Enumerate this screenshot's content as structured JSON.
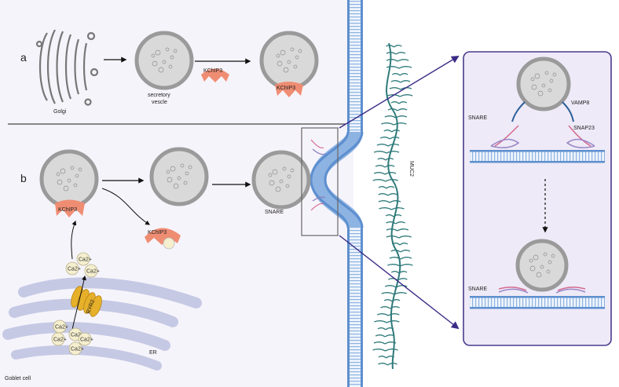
{
  "panel_a": {
    "letter": "a",
    "golgi_label": "Golgi",
    "vesicle_label_line1": "secretory",
    "vesicle_label_line2": "vescle",
    "kchip3_free": "KChIP3",
    "kchip3_bound": "KChIP3"
  },
  "panel_b": {
    "letter": "b",
    "kchip3_bound": "KChIP3",
    "kchip3_released": "KChIP3",
    "snare_label": "SNARE",
    "ryr2_label": "RYR2",
    "er_label": "ER",
    "cell_label": "Goblet cell",
    "calcium_labels": [
      "Ca2+",
      "Ca2+",
      "Ca2+",
      "Ca2+",
      "Ca2+",
      "Ca2+",
      "Ca2+",
      "Ca2+"
    ]
  },
  "muc2_label": "MUC2",
  "inset": {
    "snare_top": "SNARE",
    "vamp8": "VAMP8",
    "snap23": "SNAP23",
    "snare_bottom": "SNARE"
  },
  "colors": {
    "cell_bg": "#f6f4fb",
    "membrane": "#6f9fd8",
    "vesicle_ring": "#9a9a9a",
    "vesicle_fill": "#d9d9d9",
    "kchip3": "#ef8d73",
    "calcium": "#f5efcf",
    "er": "#c5c9e4",
    "ryr2": "#e6b02a",
    "muc2": "#2f7a7a",
    "inset_border": "#4b3a8e",
    "inset_bg": "#eeeaf7",
    "arrow_inset": "#3b2a86"
  }
}
